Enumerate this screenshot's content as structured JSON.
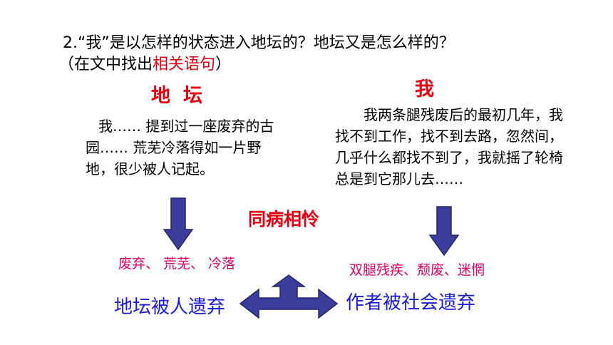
{
  "question": {
    "line1": "2.“我”是以怎样的状态进入地坛的？地坛又是怎么样的？",
    "line2_prefix": "（在文中找出",
    "line2_highlight": "相关语句",
    "line2_suffix": "）"
  },
  "left": {
    "heading": "地坛",
    "paragraph": "我…… 提到过一座废弃的古园…… 荒芜冷落得如一片野地，很少被人记起。",
    "keywords": "废弃、 荒芜、 冷落",
    "conclusion": "地坛被人遗弃"
  },
  "right": {
    "heading": "我",
    "paragraph": "我两条腿残废后的最初几年，我找不到工作，找不到去路，忽然间，几乎什么都找不到了，我就摇了轮椅总是到它那儿去……",
    "keywords": "双腿残疾、颓废、迷惘",
    "conclusion": "作者被社会遗弃"
  },
  "center": {
    "label": "同病相怜"
  },
  "colors": {
    "red": "#e60012",
    "magenta": "#e0006a",
    "blue": "#1a1adc",
    "arrow_fill": "#3a3d9b"
  }
}
